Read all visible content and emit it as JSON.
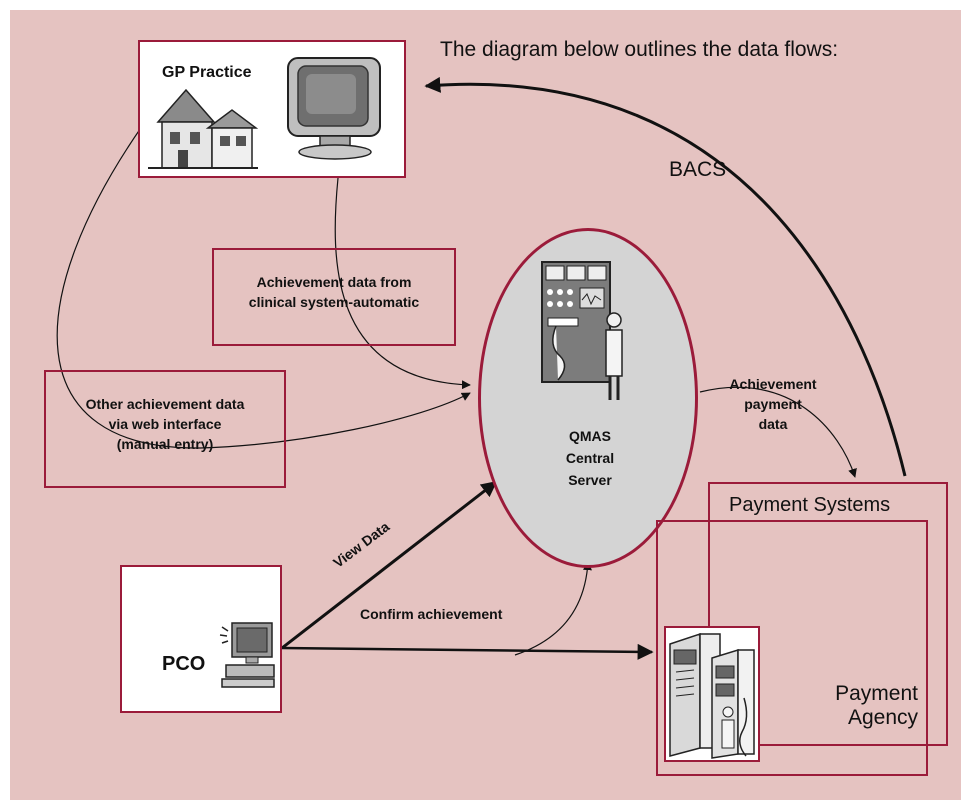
{
  "header": {
    "caption": "The diagram below outlines the data flows:"
  },
  "nodes": {
    "gp_practice": {
      "label": "GP Practice"
    },
    "server": {
      "label_line1": "QMAS",
      "label_line2": "Central",
      "label_line3": "Server"
    },
    "pco": {
      "label": "PCO"
    },
    "payment_systems": {
      "label": "Payment Systems"
    },
    "payment_agency": {
      "label_line1": "Payment",
      "label_line2": "Agency"
    }
  },
  "flows": {
    "auto_data": {
      "line1": "Achievement data from",
      "line2": "clinical system-automatic"
    },
    "manual_data": {
      "line1": "Other achievement data",
      "line2": "via web interface",
      "line3": "(manual entry)"
    },
    "payment_data": {
      "line1": "Achievement",
      "line2": "payment",
      "line3": "data"
    },
    "bacs": {
      "label": "BACS"
    },
    "view_data": {
      "label": "View Data"
    },
    "confirm": {
      "label": "Confirm achievement"
    }
  },
  "colors": {
    "background": "#e5c3c1",
    "box_border": "#9b1b3a",
    "server_fill": "#d4d4d4"
  },
  "icons": [
    "house-icon",
    "crt-monitor-icon",
    "operator-console-icon",
    "pc-computer-icon",
    "server-rack-icon"
  ]
}
